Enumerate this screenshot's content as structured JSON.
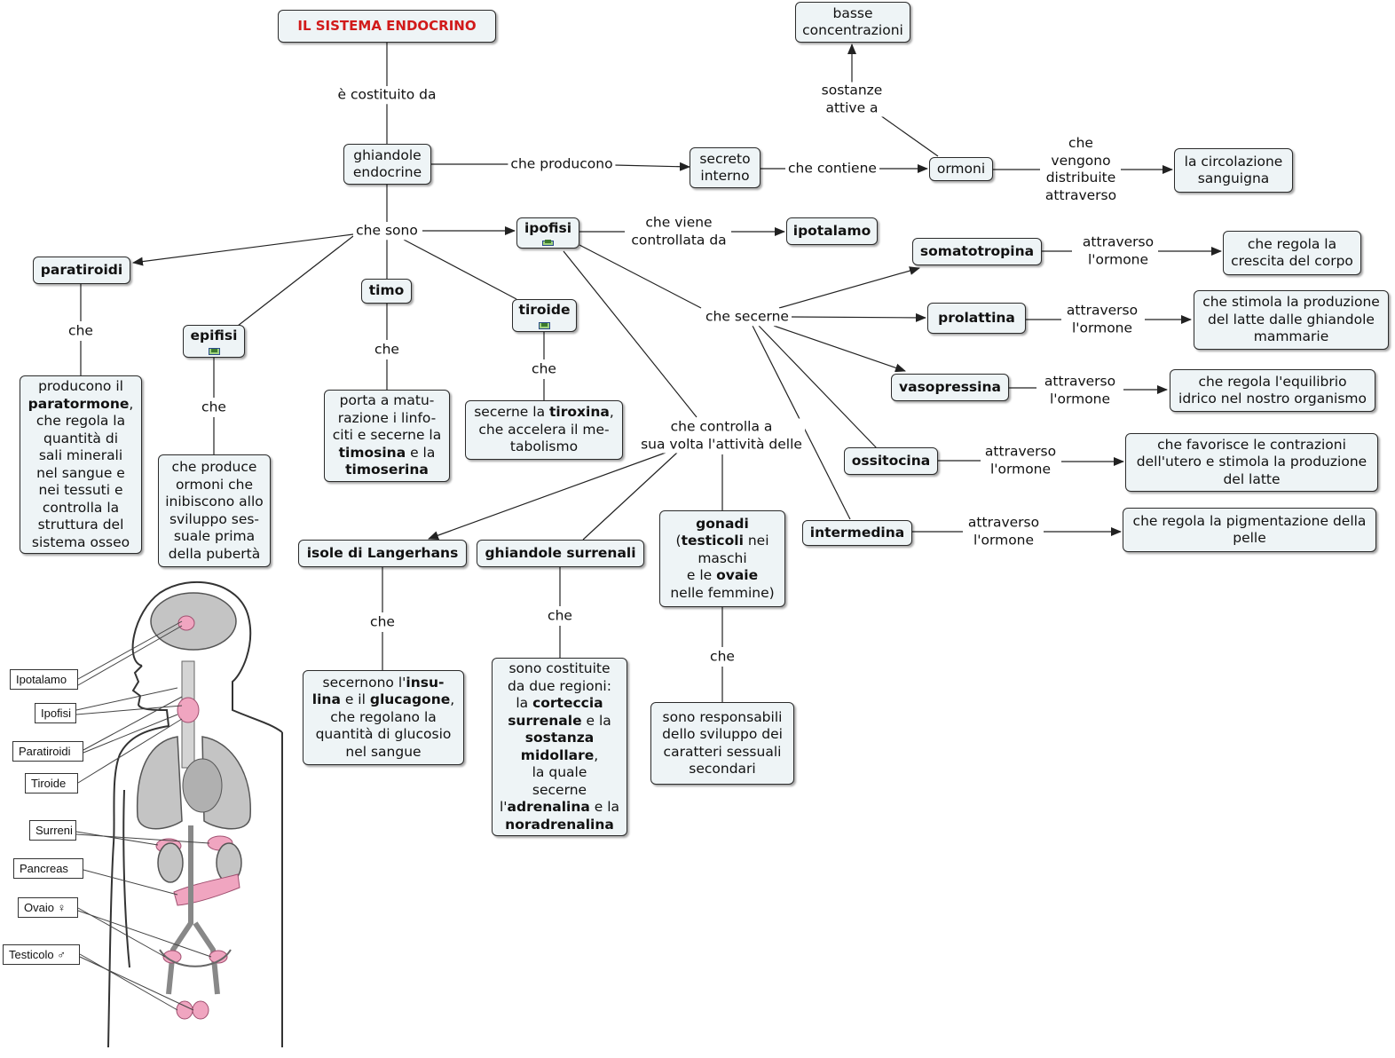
{
  "title": "IL SISTEMA ENDOCRINO",
  "nodes": {
    "root": [
      "IL SISTEMA ENDOCRINO"
    ],
    "ghiandole": [
      "ghiandole",
      "endocrine"
    ],
    "secreto": [
      "secreto",
      "interno"
    ],
    "ormoni": [
      "ormoni"
    ],
    "basse": [
      "basse",
      "concentrazioni"
    ],
    "circolazione": [
      "la circolazione",
      "sanguigna"
    ],
    "paratiroidi": [
      "paratiroidi"
    ],
    "epifisi": [
      "epifisi"
    ],
    "timo": [
      "timo"
    ],
    "tiroide": [
      "tiroide"
    ],
    "ipofisi": [
      "ipofisi"
    ],
    "ipotalamo": [
      "ipotalamo"
    ],
    "paratiroidi_desc": [
      "producono il",
      "[b]paratormone[/b],",
      "che regola la",
      "quantità di",
      "sali minerali",
      "nel sangue e",
      "nei tessuti e",
      "controlla la",
      "struttura del",
      "sistema osseo"
    ],
    "epifisi_desc": [
      "che produce",
      "ormoni che",
      "inibiscono allo",
      "sviluppo ses-",
      "suale prima",
      "della pubertà"
    ],
    "timo_desc": [
      "porta a matu-",
      "razione i linfo-",
      "citi e secerne la",
      "[b]timosina[/b] e la",
      "[b]timoserina[/b]"
    ],
    "tiroide_desc": [
      "secerne la [b]tiroxina[/b],",
      "che accelera il me-",
      "tabolismo"
    ],
    "somatotropina": [
      "somatotropina"
    ],
    "prolattina": [
      "prolattina"
    ],
    "vasopressina": [
      "vasopressina"
    ],
    "ossitocina": [
      "ossitocina"
    ],
    "intermedina": [
      "intermedina"
    ],
    "somato_desc": [
      "che regola la",
      "crescita del corpo"
    ],
    "prol_desc": [
      "che stimola la produzione",
      "del latte dalle ghiandole",
      "mammarie"
    ],
    "vaso_desc": [
      "che regola l'equilibrio",
      "idrico nel nostro organismo"
    ],
    "ossi_desc": [
      "che favorisce le contrazioni",
      "dell'utero e stimola la produzione",
      "del latte"
    ],
    "inter_desc": [
      "che regola la pigmentazione della",
      "pelle"
    ],
    "langerhans": [
      "isole di Langerhans"
    ],
    "surrenali": [
      "ghiandole surrenali"
    ],
    "gonadi": [
      "[b]gonadi[/b]",
      "([b]testicoli[/b] nei",
      "maschi",
      "e le [b]ovaie[/b]",
      "nelle femmine)"
    ],
    "langerhans_desc": [
      "secernono l'[b]insu-[/b]",
      "[b]lina[/b] e il [b]glucagone[/b],",
      "che regolano la",
      "quantità di glucosio",
      "nel sangue"
    ],
    "surrenali_desc": [
      "sono costituite",
      "da due regioni:",
      "la [b]corteccia[/b]",
      "[b]surrenale[/b] e la",
      "[b]sostanza[/b]",
      "[b]midollare[/b],",
      "la quale",
      "secerne",
      "l'[b]adrenalina[/b] e la",
      "[b]noradrenalina[/b]"
    ],
    "gonadi_desc": [
      "sono responsabili",
      "dello sviluppo dei",
      "caratteri sessuali",
      "secondari"
    ]
  },
  "labels": {
    "costituito": [
      "è costituito da"
    ],
    "producono": [
      "che producono"
    ],
    "contiene": [
      "che contiene"
    ],
    "sostanze": [
      "sostanze",
      "attive a"
    ],
    "vengono": [
      "che",
      "vengono",
      "distribuite",
      "attraverso"
    ],
    "sono": [
      "che sono"
    ],
    "controllata": [
      "che viene",
      "controllata da"
    ],
    "secerne": [
      "che secerne"
    ],
    "controlla": [
      "che controlla a",
      "sua volta l'attività delle"
    ],
    "che_para": [
      "che"
    ],
    "che_epi": [
      "che"
    ],
    "che_timo": [
      "che"
    ],
    "che_tir": [
      "che"
    ],
    "che_lang": [
      "che"
    ],
    "che_surr": [
      "che"
    ],
    "che_gon": [
      "che"
    ],
    "attr_somato": [
      "attraverso",
      "l'ormone"
    ],
    "attr_prol": [
      "attraverso",
      "l'ormone"
    ],
    "attr_vaso": [
      "attraverso",
      "l'ormone"
    ],
    "attr_ossi": [
      "attraverso",
      "l'ormone"
    ],
    "attr_inter": [
      "attraverso",
      "l'ormone"
    ]
  },
  "figure": {
    "labels": [
      "Ipotalamo",
      "Ipofisi",
      "Paratiroidi",
      "Tiroide",
      "Surreni",
      "Pancreas",
      "Ovaio ♀",
      "Testicolo ♂"
    ]
  },
  "colors": {
    "title": "#d11a1a",
    "node_fill": "#eef4f6",
    "node_border": "#2b2b2b",
    "link": "#222222",
    "gland": "#f0a5c0",
    "organ": "#c4c4c4"
  }
}
